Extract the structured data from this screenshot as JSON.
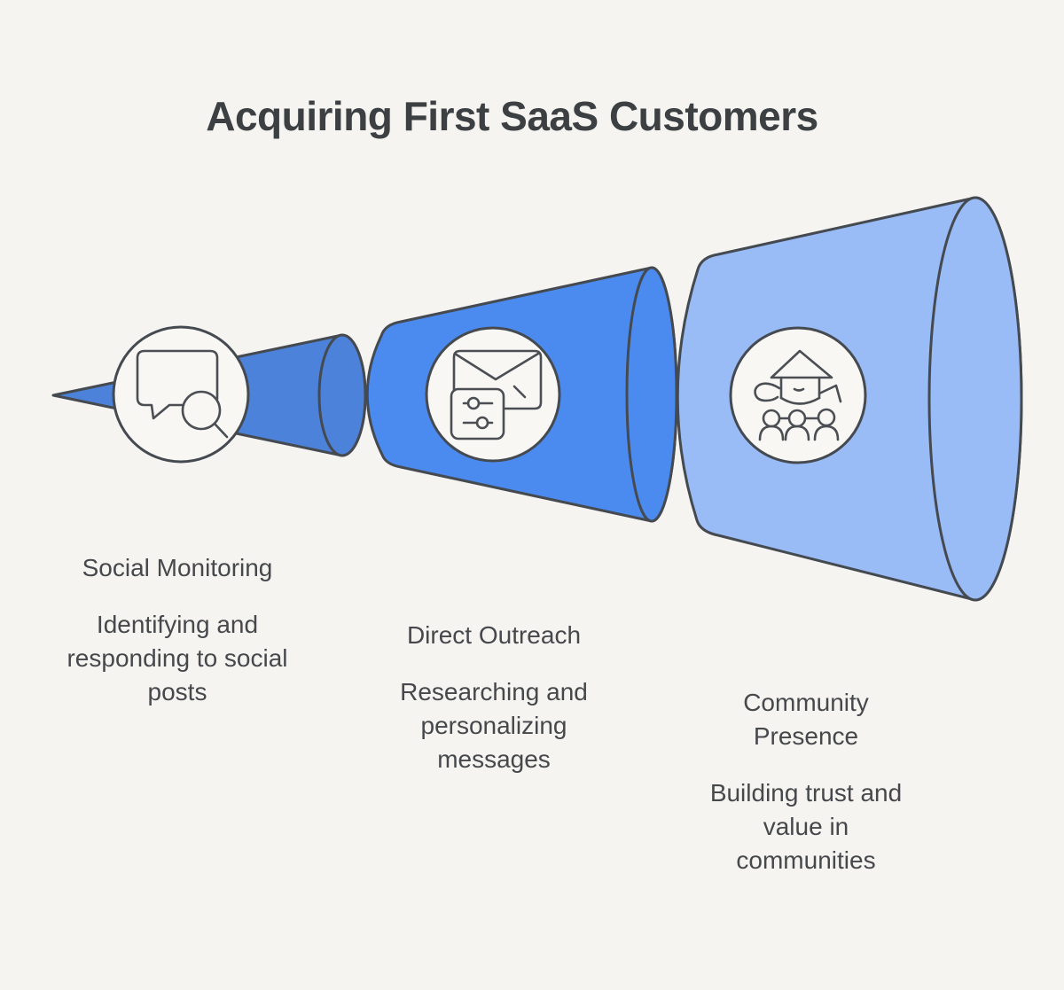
{
  "title": "Acquiring First SaaS Customers",
  "colors": {
    "background": "#f5f4f1",
    "outline": "#454a51",
    "icon_stroke": "#4b4f54",
    "circle_fill": "#f8f7f4",
    "title_color": "#3c4043",
    "text_color": "#46484c",
    "stage1_fill": "#4c82d9",
    "stage2_fill": "#4b8bef",
    "stage3_fill": "#9abcf6"
  },
  "stages": [
    {
      "name": "Social Monitoring",
      "icon": "chat-search-icon",
      "heading_lines": [
        "Social Monitoring"
      ],
      "body_lines": [
        "Identifying and",
        "responding to social",
        "posts"
      ]
    },
    {
      "name": "Direct Outreach",
      "icon": "envelope-settings-icon",
      "heading_lines": [
        "Direct Outreach"
      ],
      "body_lines": [
        "Researching and",
        "personalizing",
        "messages"
      ]
    },
    {
      "name": "Community Presence",
      "icon": "community-icon",
      "heading_lines": [
        "Community",
        "Presence"
      ],
      "body_lines": [
        "Building trust and",
        "value in",
        "communities"
      ]
    }
  ]
}
